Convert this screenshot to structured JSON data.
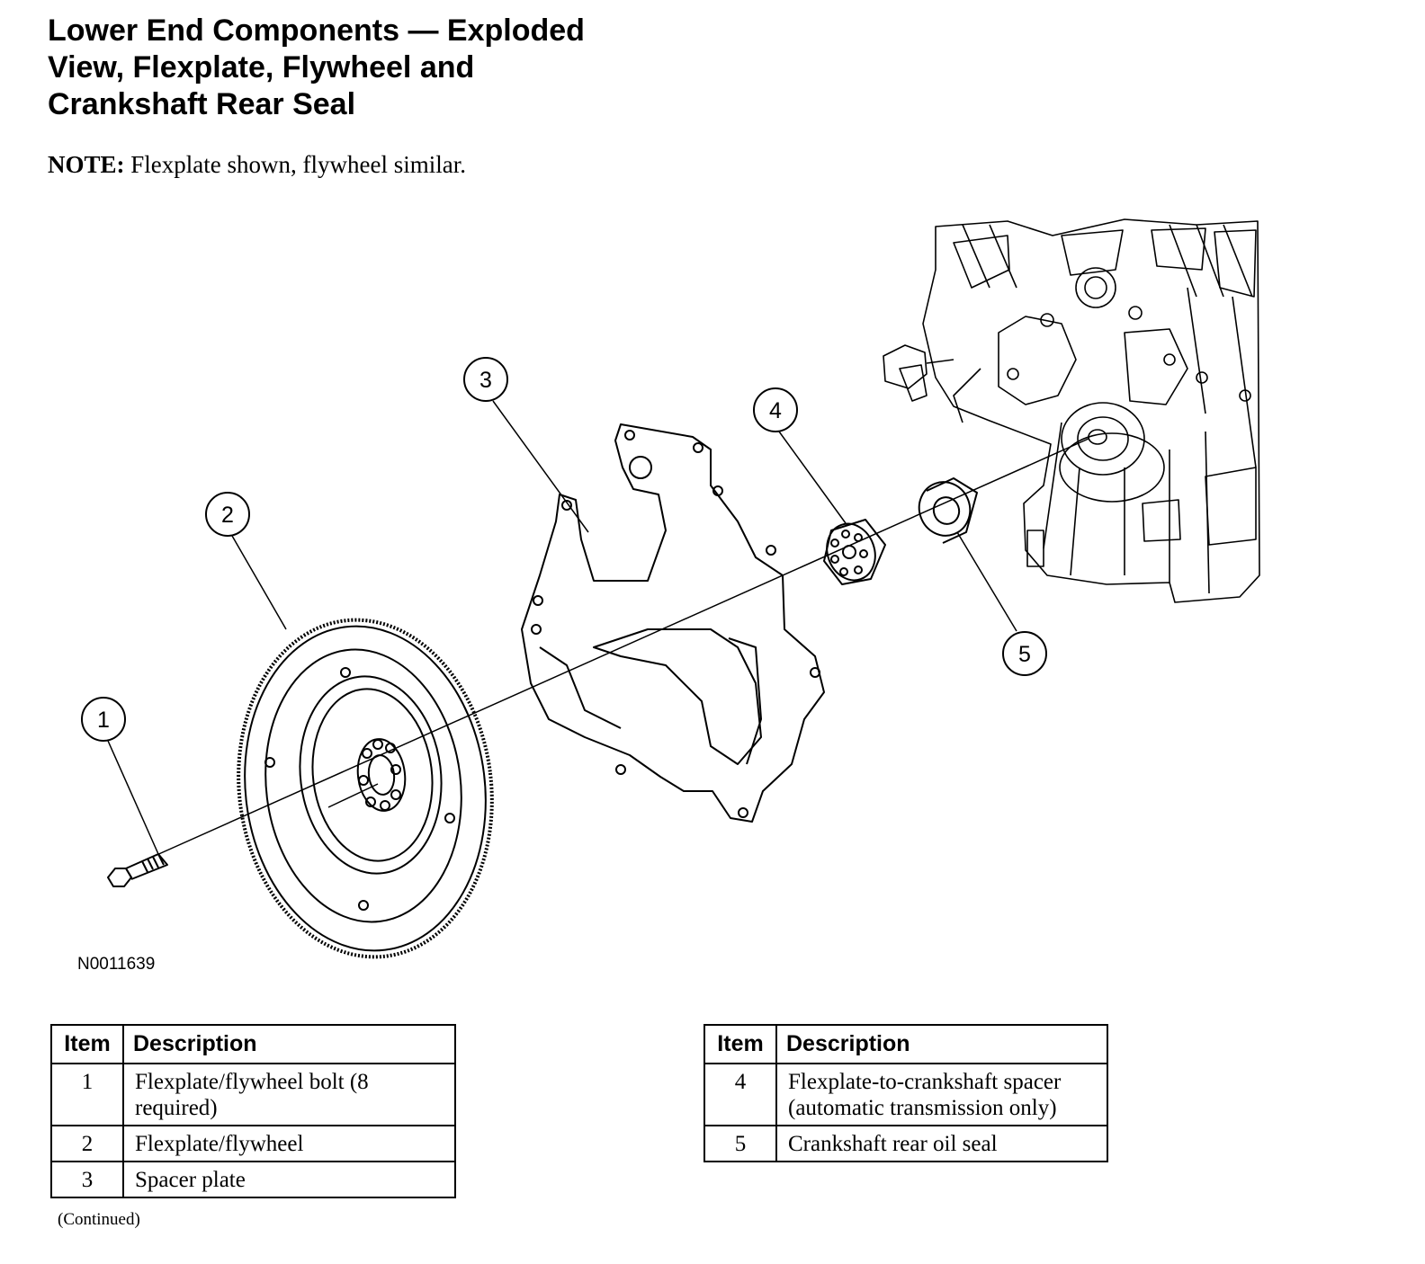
{
  "document": {
    "title_lines": [
      "Lower End Components — Exploded",
      "View, Flexplate, Flywheel and",
      "Crankshaft Rear Seal"
    ],
    "note_label": "NOTE:",
    "note_text": " Flexplate shown, flywheel similar.",
    "figure_id": "N0011639",
    "continued": "(Continued)"
  },
  "callouts": [
    "1",
    "2",
    "3",
    "4",
    "5"
  ],
  "legend_headers": {
    "item": "Item",
    "description": "Description"
  },
  "legend_left": [
    {
      "item": "1",
      "description": "Flexplate/flywheel bolt (8 required)"
    },
    {
      "item": "2",
      "description": "Flexplate/flywheel"
    },
    {
      "item": "3",
      "description": "Spacer plate"
    }
  ],
  "legend_right": [
    {
      "item": "4",
      "description": "Flexplate-to-crankshaft spacer (automatic transmission only)"
    },
    {
      "item": "5",
      "description": "Crankshaft rear oil seal"
    }
  ]
}
